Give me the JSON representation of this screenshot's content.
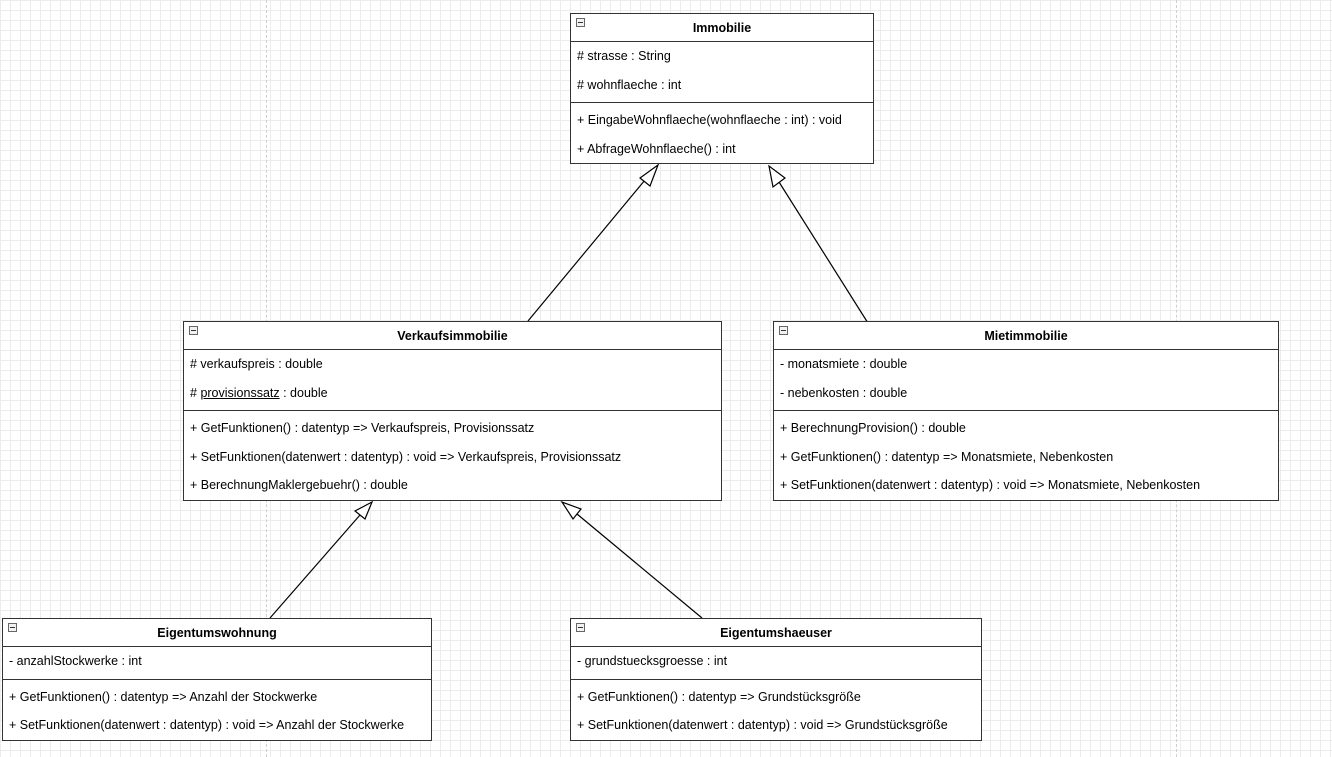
{
  "classes": {
    "immobilie": {
      "name": "Immobilie",
      "attributes": [
        "# strasse : String",
        "# wohnflaeche : int"
      ],
      "operations": [
        "+ EingabeWohnflaeche(wohnflaeche : int) : void",
        "+ AbfrageWohnflaeche() : int"
      ]
    },
    "verkaufsimmobilie": {
      "name": "Verkaufsimmobilie",
      "attributes": [
        "# verkaufspreis : double"
      ],
      "attr2": {
        "prefix": "# ",
        "underlined": "provisionssatz",
        "suffix": " : double"
      },
      "operations": [
        "+ GetFunktionen() : datentyp => Verkaufspreis, Provisionssatz",
        "+ SetFunktionen(datenwert : datentyp) : void => Verkaufspreis, Provisionssatz",
        "+ BerechnungMaklergebuehr() : double"
      ]
    },
    "mietimmobilie": {
      "name": "Mietimmobilie",
      "attributes": [
        "- monatsmiete : double",
        "- nebenkosten : double"
      ],
      "operations": [
        "+ BerechnungProvision() : double",
        "+ GetFunktionen() : datentyp => Monatsmiete, Nebenkosten",
        "+ SetFunktionen(datenwert : datentyp) : void => Monatsmiete, Nebenkosten"
      ]
    },
    "eigentumswohnung": {
      "name": "Eigentumswohnung",
      "attributes": [
        "- anzahlStockwerke : int"
      ],
      "operations": [
        "+ GetFunktionen() : datentyp => Anzahl der Stockwerke",
        "+ SetFunktionen(datenwert : datentyp) : void => Anzahl der Stockwerke"
      ]
    },
    "eigentumshaeuser": {
      "name": "Eigentumshaeuser",
      "attributes": [
        "- grundstuecksgroesse : int"
      ],
      "operations": [
        "+ GetFunktionen() : datentyp => Grundstücksgröße",
        "+ SetFunktionen(datenwert : datentyp) : void => Grundstücksgröße"
      ]
    }
  },
  "colors": {
    "line": "#000000",
    "border": "#333333",
    "grid": "#ececec"
  },
  "icons": {
    "collapse": "collapse-minus-icon",
    "inheritance": "hollow-triangle-arrowhead"
  }
}
